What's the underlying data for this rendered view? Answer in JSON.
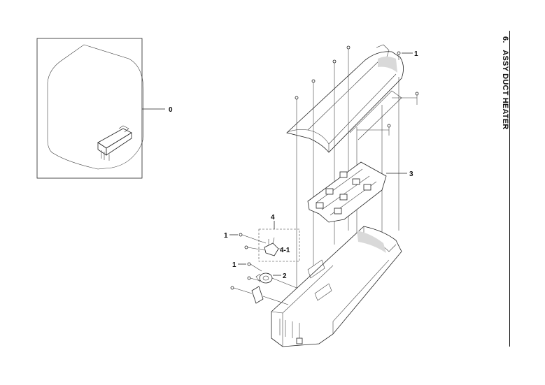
{
  "section": {
    "number": "6.",
    "title": "ASSY DUCT HEATER"
  },
  "callouts": {
    "c0": "0",
    "c1_top": "1",
    "c3": "3",
    "c4": "4",
    "c4_1": "4-1",
    "c1_left_a": "1",
    "c1_left_b": "1",
    "c2": "2"
  }
}
